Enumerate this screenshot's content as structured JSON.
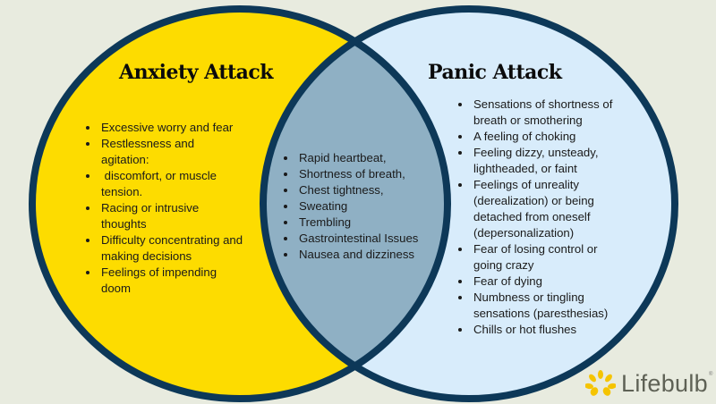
{
  "colors": {
    "background": "#e8ebdf",
    "anxiety_fill": "#fddc00",
    "panic_fill": "#d8ecfb",
    "overlap_fill": "#8fb0c4",
    "outline": "#0d3858"
  },
  "anxiety": {
    "title": "Anxiety Attack",
    "items": [
      "Excessive worry and fear",
      "Restlessness and agitation:",
      " discomfort, or muscle tension.",
      "Racing or intrusive thoughts",
      "Difficulty concentrating and making decisions",
      "Feelings of impending doom"
    ]
  },
  "shared": {
    "items": [
      "Rapid heartbeat,",
      "Shortness of breath,",
      "Chest tightness,",
      "Sweating",
      "Trembling",
      "Gastrointestinal Issues",
      "Nausea and dizziness"
    ]
  },
  "panic": {
    "title": "Panic Attack",
    "items": [
      "Sensations of shortness of breath or smothering",
      "A feeling of choking",
      "Feeling dizzy, unsteady, lightheaded, or faint",
      "Feelings of unreality (derealization) or being detached from oneself (depersonalization)",
      "Fear of losing control or going crazy",
      "Fear of dying",
      "Numbness or tingling sensations (paresthesias)",
      "Chills or hot flushes"
    ]
  },
  "logo": {
    "text": "Lifebulb",
    "mark": "®"
  }
}
